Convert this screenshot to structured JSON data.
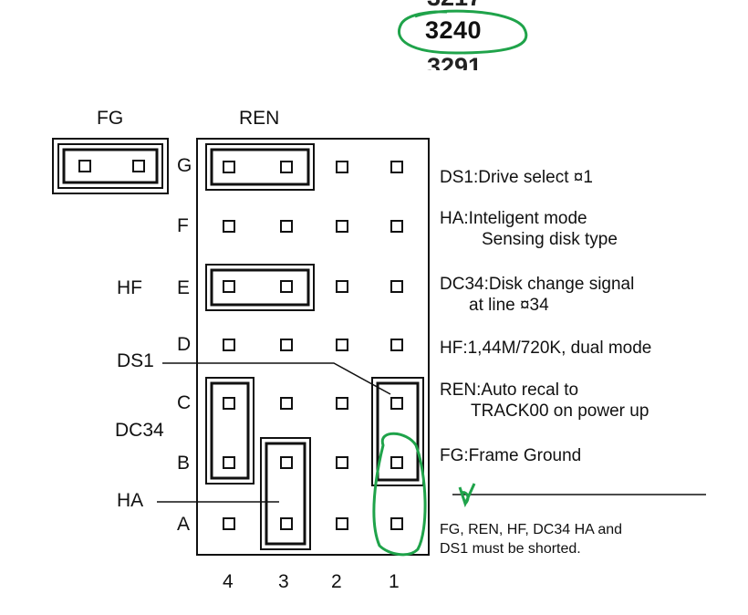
{
  "models": {
    "above": "3217",
    "selected": "3240",
    "below": "3291"
  },
  "labels": {
    "fg_top": "FG",
    "ren_top": "REN",
    "hf_left": "HF",
    "ds1_left": "DS1",
    "dc34_left": "DC34",
    "ha_left": "HA"
  },
  "rows": [
    "G",
    "F",
    "E",
    "D",
    "C",
    "B",
    "A"
  ],
  "columns": [
    "4",
    "3",
    "2",
    "1"
  ],
  "legend": [
    {
      "line1": "DS1:Drive select ¤1",
      "line2": ""
    },
    {
      "line1": "HA:Inteligent mode",
      "line2": "Sensing disk type"
    },
    {
      "line1": "DC34:Disk change signal",
      "line2": "at line ¤34"
    },
    {
      "line1": "HF:1,44M/720K, dual mode",
      "line2": ""
    },
    {
      "line1": "REN:Auto recal to",
      "line2": "TRACK00 on power up"
    },
    {
      "line1": "FG:Frame Ground",
      "line2": ""
    }
  ],
  "note": {
    "line1": "FG, REN, HF, DC34  HA and",
    "line2": "DS1 must be shorted."
  },
  "annotation_color": "#1fa34a"
}
